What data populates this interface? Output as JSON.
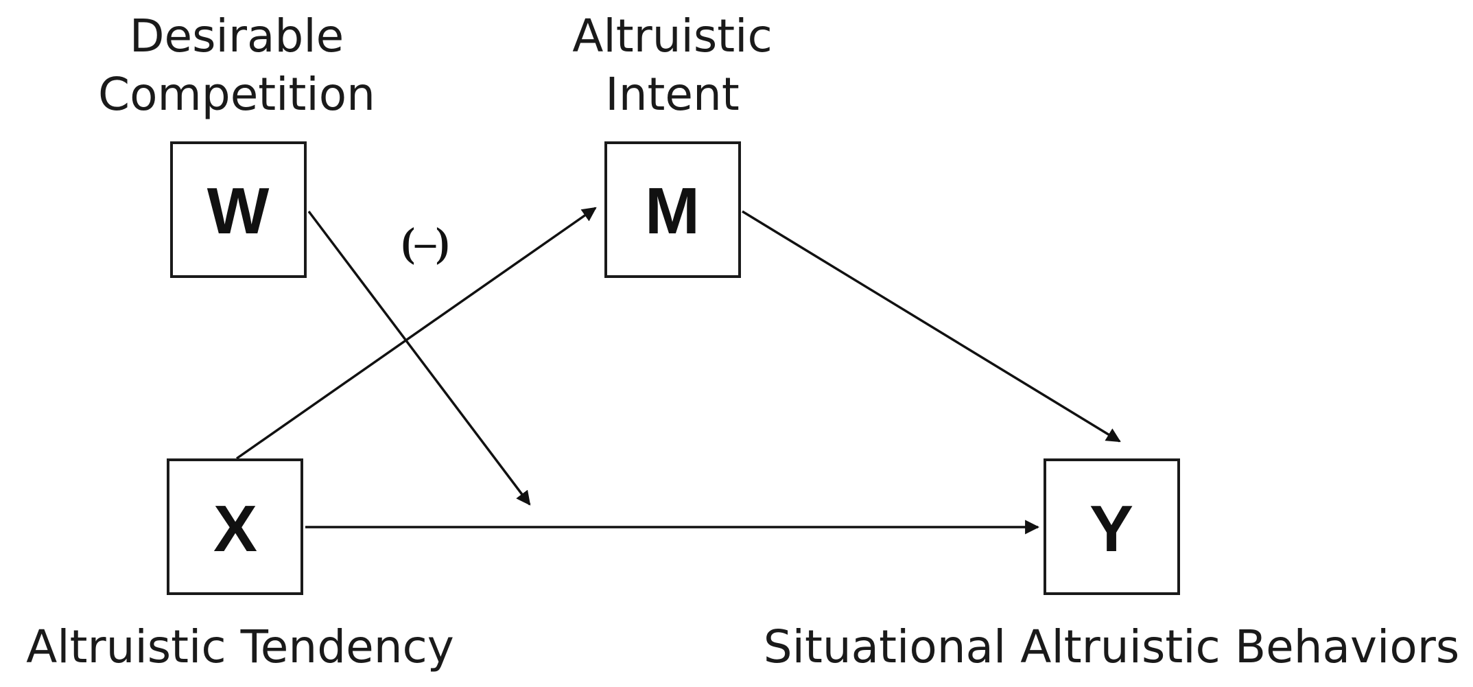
{
  "nodes": {
    "w": {
      "letter": "W",
      "label_lines": [
        "Desirable",
        "Competition"
      ]
    },
    "m": {
      "letter": "M",
      "label_lines": [
        "Altruistic",
        "Intent"
      ]
    },
    "x": {
      "letter": "X",
      "label_lines": [
        "Altruistic Tendency"
      ]
    },
    "y": {
      "letter": "Y",
      "label_lines": [
        "Situational Altruistic Behaviors"
      ]
    }
  },
  "moderation_sign": "(–)",
  "edges": [
    {
      "from": "X",
      "to": "M"
    },
    {
      "from": "M",
      "to": "Y"
    },
    {
      "from": "X",
      "to": "Y"
    },
    {
      "from": "W",
      "to": "X→Y path"
    }
  ],
  "colors": {
    "stroke": "#111111",
    "background": "#ffffff"
  }
}
